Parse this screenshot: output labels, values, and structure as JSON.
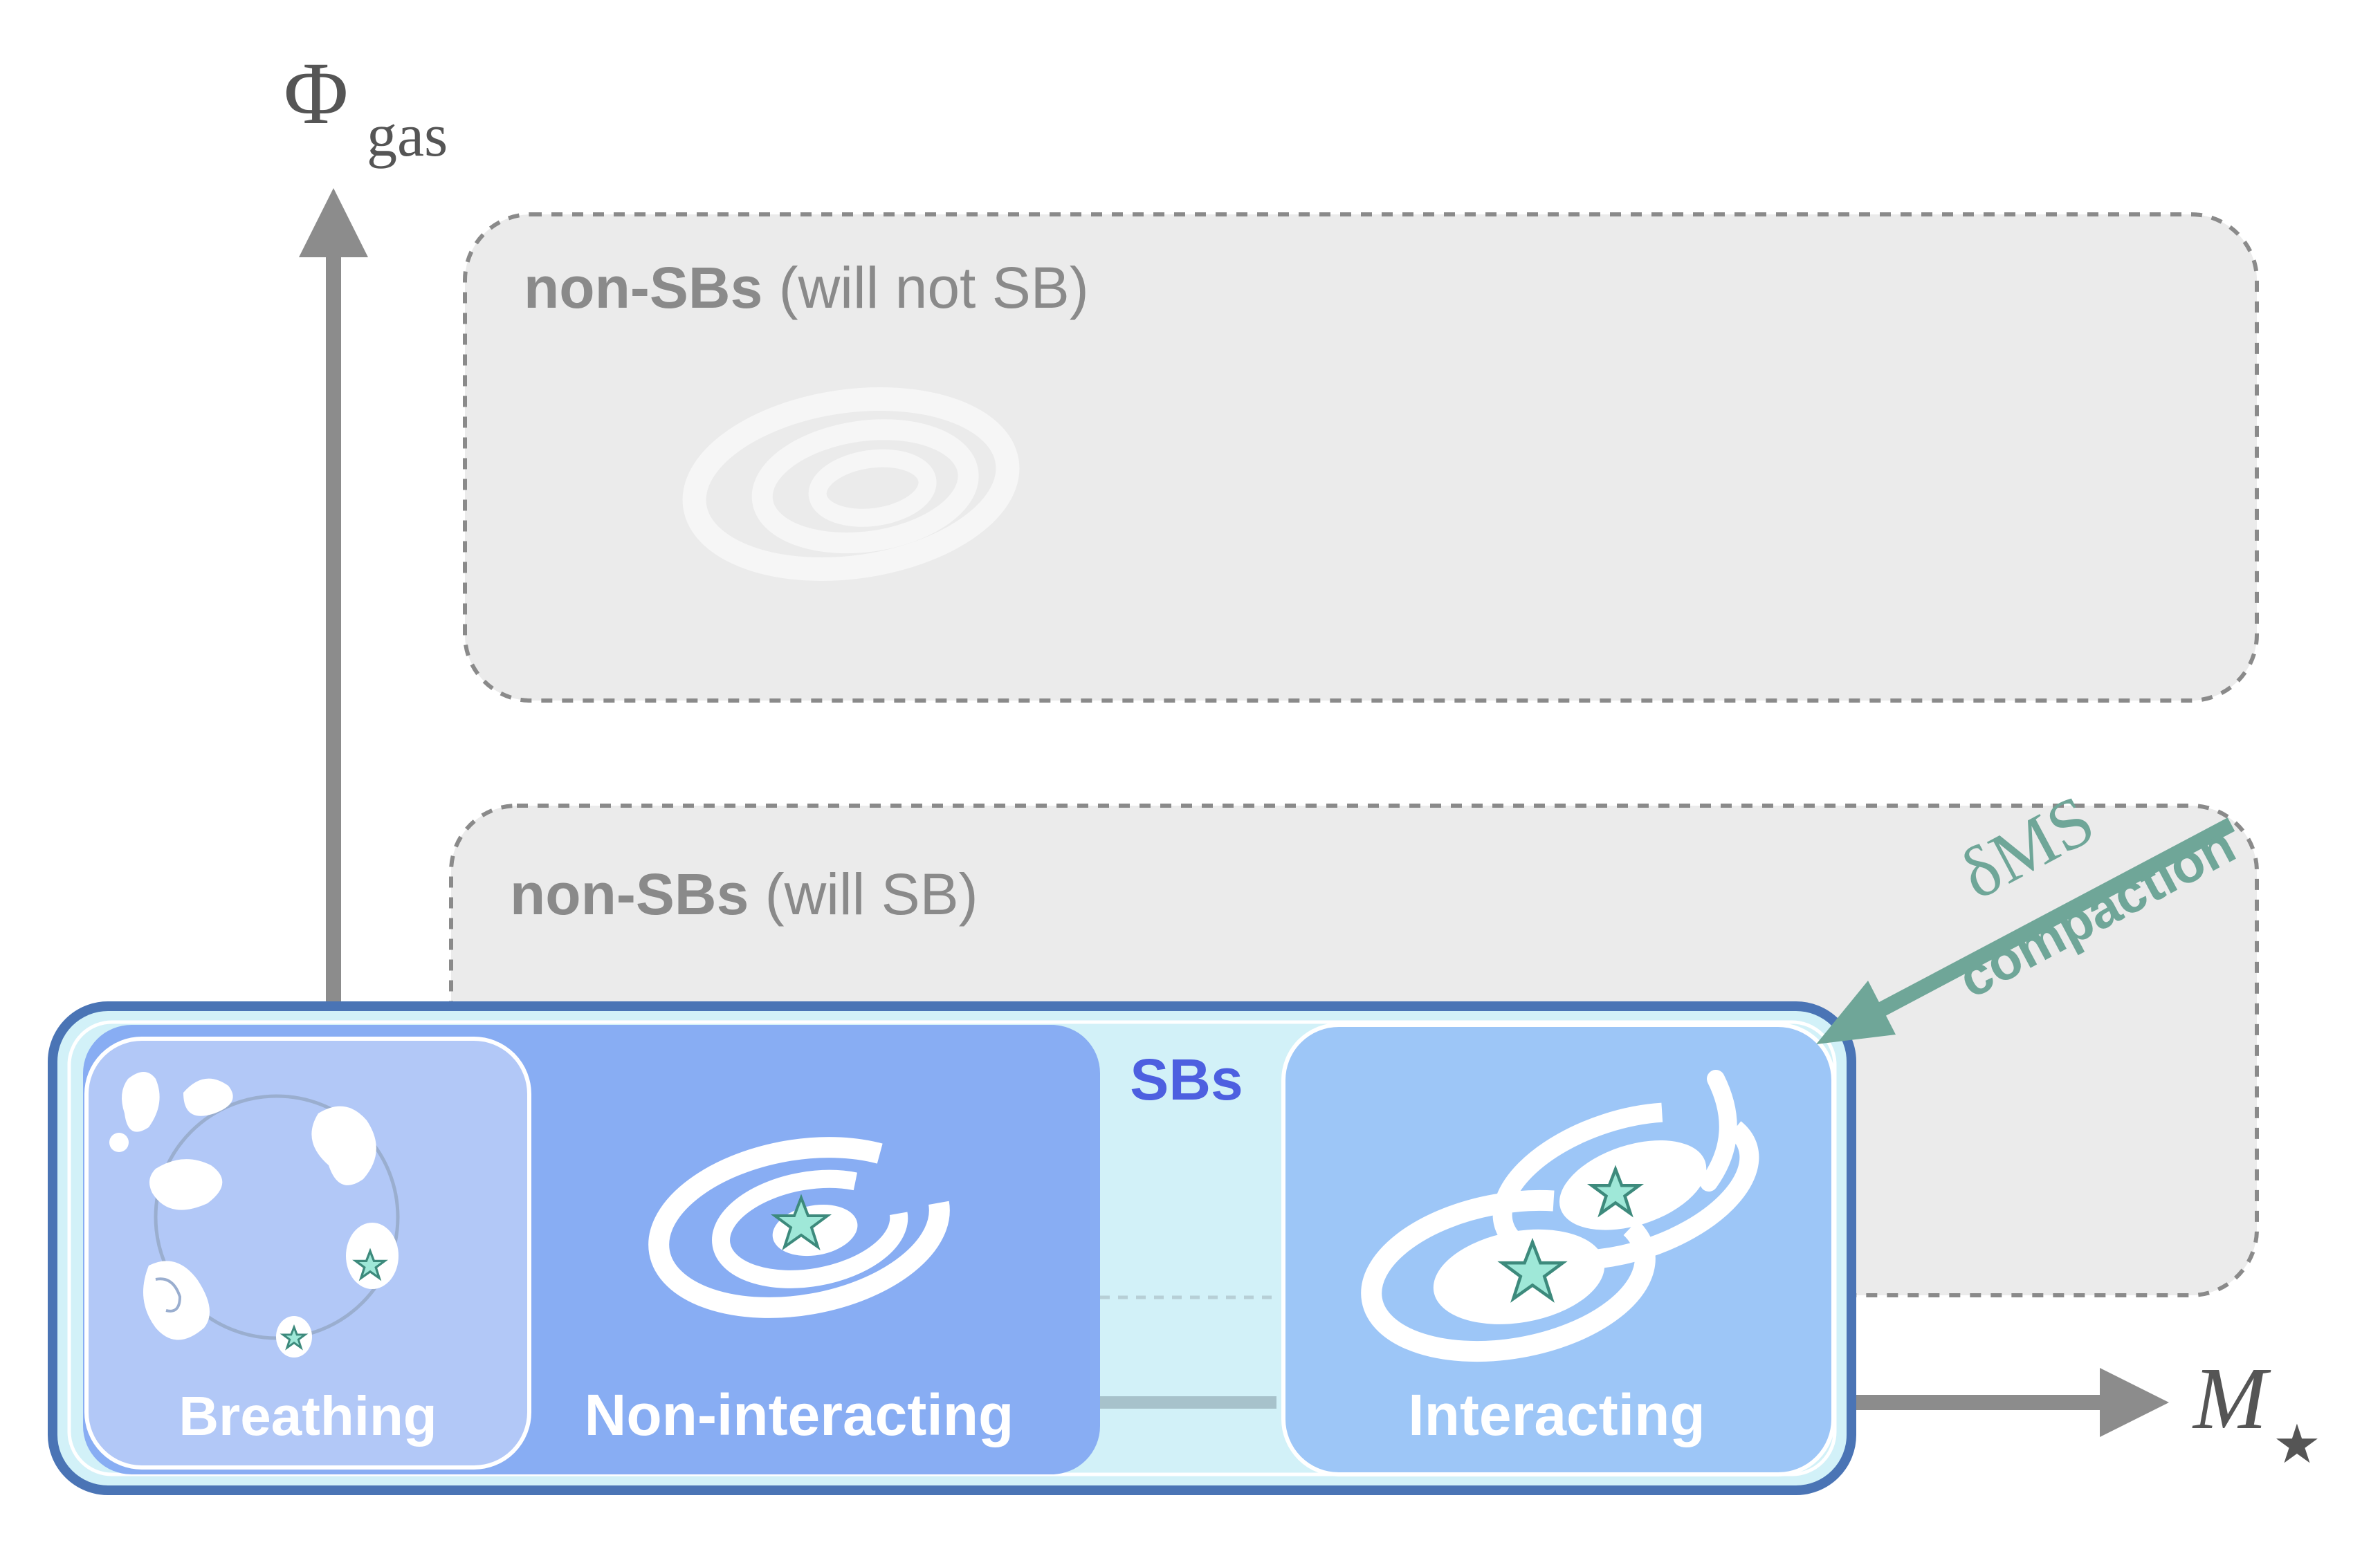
{
  "axes": {
    "y_symbol": "Φ",
    "y_subscript": "gas",
    "x_symbol": "M",
    "x_subscript": "★"
  },
  "boxes": {
    "top": {
      "bold": "non-SBs",
      "rest": " (will not SB)"
    },
    "middle": {
      "bold": "non-SBs",
      "rest": " (will SB)"
    },
    "sb": {
      "title": "SBs"
    }
  },
  "panels": {
    "breathing": "Breathing",
    "non_interacting": "Non-interacting",
    "interacting": "Interacting"
  },
  "arrow": {
    "delta_ms": "δMS",
    "compaction": "compaction"
  },
  "colors": {
    "axis": "#8c8c8c",
    "gray_box_fill": "#ebebeb",
    "gray_box_border": "#8a8a8a",
    "gray_text": "#8a8a8a",
    "sb_outer_fill": "#d2f1f8",
    "sb_outer_border": "#4a74b5",
    "sb_title": "#4d5fe0",
    "breathing_fill": "#b2c8f7",
    "noninteracting_fill": "#88adf3",
    "interacting_fill": "#9dc6f7",
    "teal_arrow": "#6fa698",
    "star_fill": "#9fe8d8",
    "star_stroke": "#3d8a7c"
  }
}
